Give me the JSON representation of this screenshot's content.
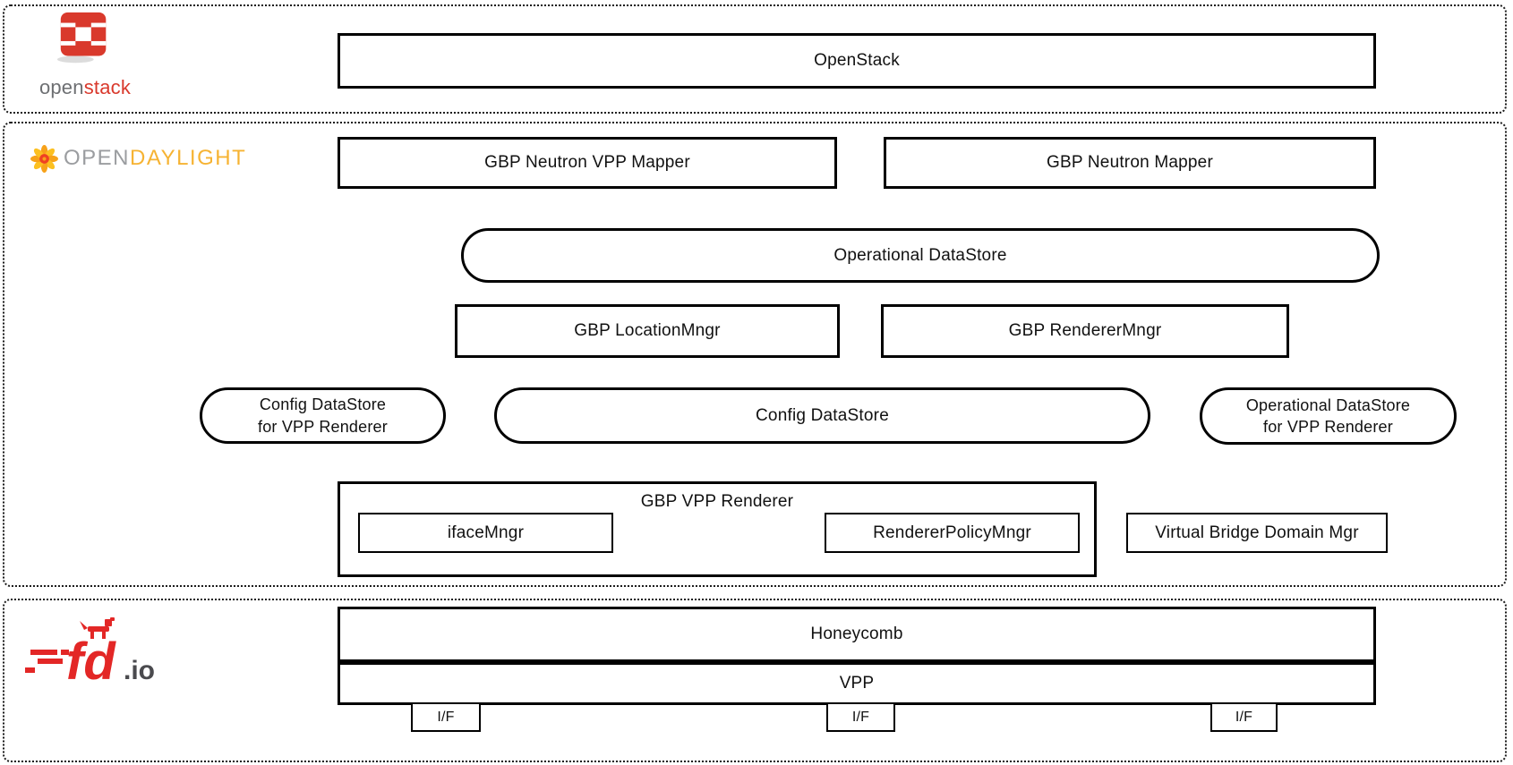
{
  "colors": {
    "openstack_red": "#d9392c",
    "openstack_gray": "#6d6f72",
    "odl_orange": "#f6b333",
    "odl_gray": "#9b9da0",
    "fdio_red": "#e32726",
    "fdio_dark_gray": "#4a4a4e",
    "box_border": "#000000",
    "background": "#ffffff"
  },
  "openstack_section": {
    "logo": {
      "open": "open",
      "stack": "stack"
    },
    "openstack_box": "OpenStack"
  },
  "opendaylight_section": {
    "logo": {
      "open": "OPEN",
      "daylight": "DAYLIGHT"
    },
    "gbp_neutron_vpp_mapper": "GBP Neutron VPP Mapper",
    "gbp_neutron_mapper": "GBP Neutron Mapper",
    "operational_datastore": "Operational DataStore",
    "gbp_location_mngr": "GBP LocationMngr",
    "gbp_renderer_mngr": "GBP RendererMngr",
    "config_datastore_vpp": {
      "line1": "Config DataStore",
      "line2": "for VPP Renderer"
    },
    "config_datastore": "Config DataStore",
    "operational_datastore_vpp": {
      "line1": "Operational DataStore",
      "line2": "for VPP Renderer"
    },
    "gbp_vpp_renderer": "GBP VPP Renderer",
    "iface_mngr": "ifaceMngr",
    "renderer_policy_mngr": "RendererPolicyMngr",
    "virtual_bridge_domain_mgr": "Virtual Bridge Domain Mgr"
  },
  "fdio_section": {
    "logo": {
      "fd": "fd",
      "io": ".io"
    },
    "honeycomb_box": "Honeycomb",
    "vpp_box": "VPP",
    "if_boxes": [
      "I/F",
      "I/F",
      "I/F"
    ]
  }
}
